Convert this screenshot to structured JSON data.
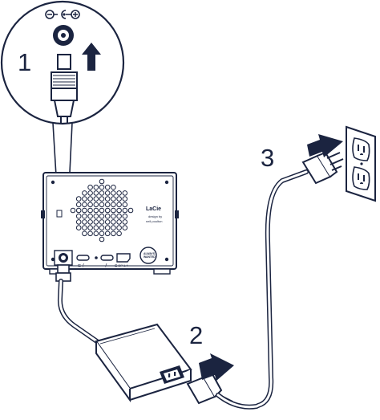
{
  "steps": [
    "1",
    "2",
    "3"
  ],
  "device": {
    "brand_logo": "LaCie",
    "design_credit_line1": "design by",
    "design_credit_line2": "neil poulton",
    "button_line1": "ALWAYS",
    "button_line2": "WANTED",
    "port_label_usb": "⊏ ƒ",
    "port_label_thunderbolt": "ƒ",
    "port_label_dp": "⊏ DP 1.4"
  },
  "polarity_symbol": "⊖-C-⊕",
  "colors": {
    "ink": "#1b2440",
    "arrow": "#1b2440",
    "background": "#ffffff"
  },
  "icons": [
    "polarity-icon",
    "insert-arrow-icon",
    "plug-arrow-icon",
    "outlet-arrow-icon"
  ]
}
